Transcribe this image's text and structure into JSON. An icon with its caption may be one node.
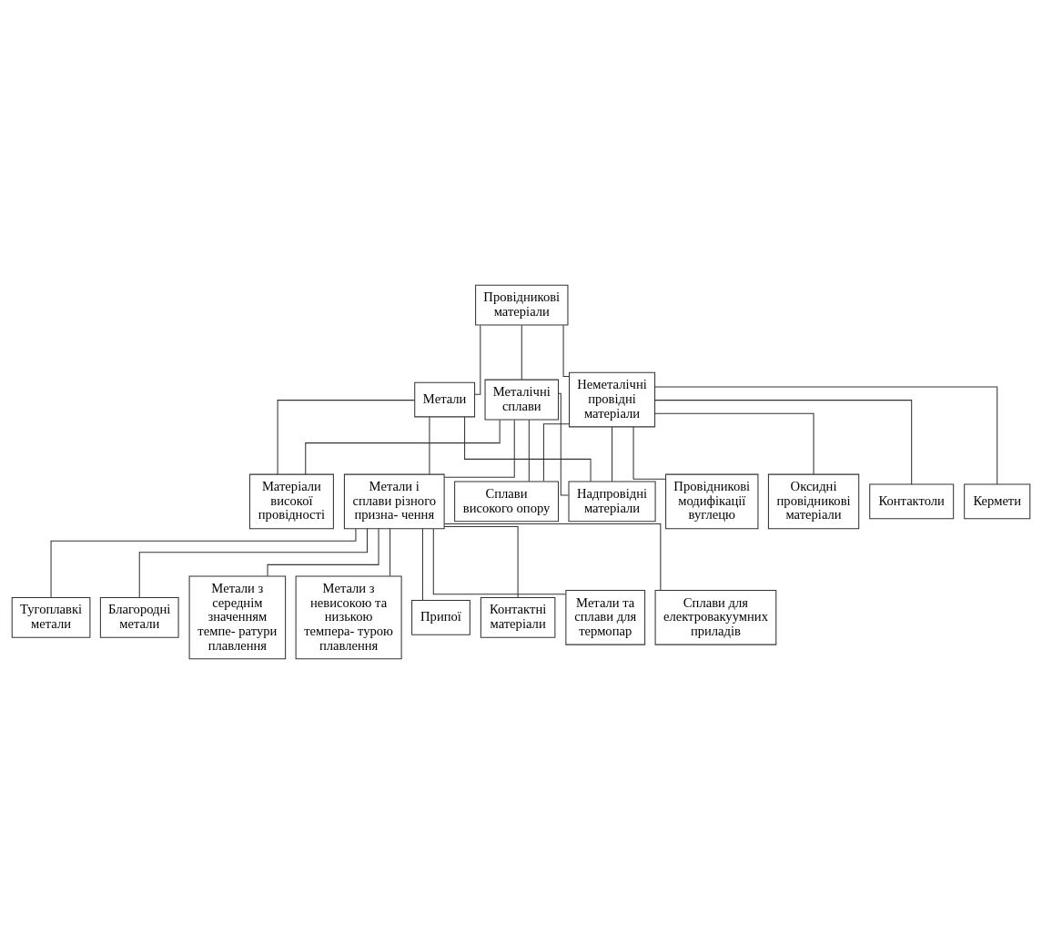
{
  "diagram": {
    "nodes": [
      {
        "text": [
          "Провідникові матеріали"
        ]
      },
      {
        "text": [
          "Метали"
        ]
      },
      {
        "text": [
          "Металічні сплави"
        ]
      },
      {
        "text": [
          "Неметалічні провідні матеріали"
        ]
      },
      {
        "text": [
          "Матеріали високої провідності"
        ]
      },
      {
        "text": [
          "Метали і сплави різного призна- чення"
        ]
      },
      {
        "text": [
          "Сплави високого опору"
        ]
      },
      {
        "text": [
          "Надпровідні матеріали"
        ]
      },
      {
        "text": [
          "Провідникові модифікації вуглецю"
        ]
      },
      {
        "text": [
          "Оксидні провідникові матеріали"
        ]
      },
      {
        "text": [
          "Контактоли"
        ]
      },
      {
        "text": [
          "Кермети"
        ]
      },
      {
        "text": [
          "Тугоплавкі метали"
        ]
      },
      {
        "text": [
          "Благородні метали"
        ]
      },
      {
        "text": [
          "Метали з середнім значенням темпе- ратури плавлення"
        ]
      },
      {
        "text": [
          "Метали з невисокою та низькою темпера- турою плавлення"
        ]
      },
      {
        "text": [
          "Припої"
        ]
      },
      {
        "text": [
          "Контактні матеріали"
        ]
      },
      {
        "text": [
          "Метали та сплави для термопар"
        ]
      },
      {
        "text": [
          "Сплави для електровакуумних приладів"
        ]
      }
    ],
    "edges": [
      {
        "from": 0,
        "to": 1,
        "arrow": "none"
      },
      {
        "from": 0,
        "to": 2,
        "arrow": "none"
      },
      {
        "from": 0,
        "to": 3,
        "arrow": "none"
      },
      {
        "from": 1,
        "to": 4,
        "arrow": "none"
      },
      {
        "from": 1,
        "to": 5,
        "arrow": "none"
      },
      {
        "from": 1,
        "to": 7,
        "arrow": "none"
      },
      {
        "from": 2,
        "to": 4,
        "arrow": "none"
      },
      {
        "from": 2,
        "to": 5,
        "arrow": "none"
      },
      {
        "from": 2,
        "to": 6,
        "arrow": "none"
      },
      {
        "from": 2,
        "to": 7,
        "arrow": "none"
      },
      {
        "from": 3,
        "to": 6,
        "arrow": "none"
      },
      {
        "from": 3,
        "to": 7,
        "arrow": "none"
      },
      {
        "from": 3,
        "to": 8,
        "arrow": "none"
      },
      {
        "from": 3,
        "to": 9,
        "arrow": "none"
      },
      {
        "from": 3,
        "to": 10,
        "arrow": "none"
      },
      {
        "from": 3,
        "to": 11,
        "arrow": "none"
      },
      {
        "from": 5,
        "to": 12,
        "arrow": "none"
      },
      {
        "from": 5,
        "to": 13,
        "arrow": "none"
      },
      {
        "from": 5,
        "to": 14,
        "arrow": "none"
      },
      {
        "from": 5,
        "to": 15,
        "arrow": "none"
      },
      {
        "from": 5,
        "to": 16,
        "arrow": "none"
      },
      {
        "from": 5,
        "to": 17,
        "arrow": "none"
      },
      {
        "from": 5,
        "to": 18,
        "arrow": "none"
      },
      {
        "from": 5,
        "to": 19,
        "arrow": "none"
      }
    ]
  }
}
